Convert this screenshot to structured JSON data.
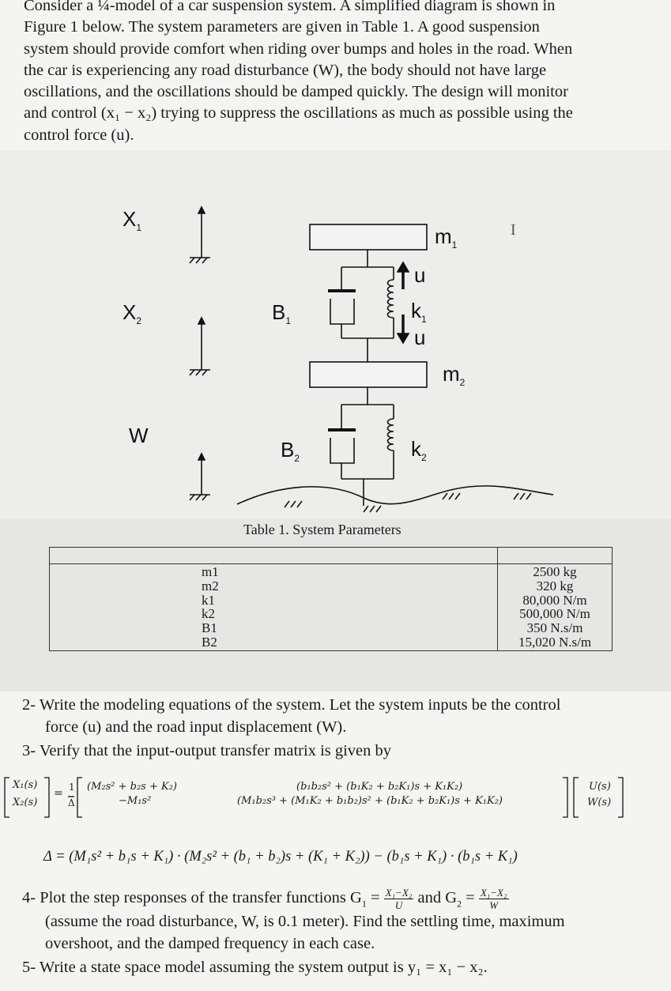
{
  "intro": {
    "lines": [
      "Consider a ¼-model of a car suspension system. A simplified diagram is shown in",
      "Figure 1 below. The system parameters are given in Table 1. A good suspension",
      "system should provide comfort when riding over bumps and holes in the road. When",
      "the car is experiencing any road disturbance (W), the body should not have large",
      "oscillations, and the oscillations should be damped quickly. The design will monitor",
      "and control (x₁ − x₂) trying to suppress the oscillations as much as possible using the",
      "control force (u)."
    ]
  },
  "diagram": {
    "labels": {
      "x1": "X1",
      "x1_sub": "1",
      "x2": "X",
      "x2_sub": "2",
      "w": "W",
      "m1": "m",
      "m1_sub": "1",
      "m2": "m",
      "m2_sub": "2",
      "b1": "B",
      "b1_sub": "1",
      "b2": "B",
      "b2_sub": "2",
      "k1": "k",
      "k1_sub": "1",
      "k2": "k",
      "k2_sub": "2",
      "u_top": "u",
      "u_bottom": "u",
      "cursor": "I"
    }
  },
  "table": {
    "caption": "Table 1. System Parameters",
    "names": [
      "m1",
      "m2",
      "k1",
      "k2",
      "B1",
      "B2"
    ],
    "values": [
      "2500 kg",
      "320 kg",
      "80,000 N/m",
      "500,000 N/m",
      "350 N.s/m",
      "15,020 N.s/m"
    ]
  },
  "questions": {
    "q2_line1": "2- Write the modeling equations of the system. Let the system inputs be the control",
    "q2_line2": "force (u) and the road input displacement (W).",
    "q3": "3- Verify that the input-output transfer matrix is given by",
    "q4_prefix": "4- Plot the step responses of the transfer functions G",
    "q4_and": " and G",
    "q4_line2": "(assume the road disturbance, W, is 0.1 meter). Find the settling time, maximum",
    "q4_line3": "overshoot, and the damped frequency in each case.",
    "q5": "5- Write a state space model assuming the system output is y₁ = x₁ − x₂."
  },
  "equations": {
    "lhs_top": "X₁(s)",
    "lhs_bottom": "X₂(s)",
    "eq_sign": "=",
    "one": "1",
    "delta_sym": "Δ",
    "m11": "(M₂s² + b₂s + K₂)",
    "m21": "−M₁s²",
    "m12": "(b₁b₂s² + (b₁K₂ + b₂K₁)s + K₁K₂)",
    "m22": "(M₁b₂s³ + (M₁K₂ + b₁b₂)s² + (b₁K₂ + b₂K₁)s + K₁K₂)",
    "rhs_top": "U(s)",
    "rhs_bottom": "W(s)",
    "delta_full": "Δ = (M₁s² + b₁s + K₁) · (M₂s² + (b₁ + b₂)s + (K₁ + K₂)) − (b₁s + K₁) · (b₁s + K₁)",
    "g_num": "X₁−X₂",
    "g1_den": "U",
    "g2_den": "W"
  }
}
